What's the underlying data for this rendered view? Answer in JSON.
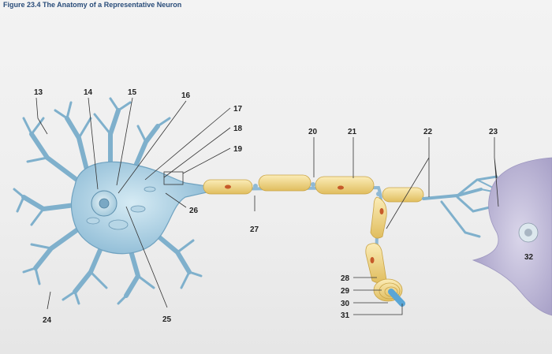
{
  "figure": {
    "title": "Figure 23.4 The Anatomy of a Representative Neuron",
    "labels": {
      "l13": "13",
      "l14": "14",
      "l15": "15",
      "l16": "16",
      "l17": "17",
      "l18": "18",
      "l19": "19",
      "l20": "20",
      "l21": "21",
      "l22": "22",
      "l23": "23",
      "l24": "24",
      "l25": "25",
      "l26": "26",
      "l27": "27",
      "l28": "28",
      "l29": "29",
      "l30": "30",
      "l31": "31",
      "l32": "32"
    }
  },
  "colors": {
    "cell_body": "#a9cfe2",
    "dendrite": "#7fb0cc",
    "myelin": "#f2d98a",
    "axon": "#8fb9d4",
    "target_cell": "#c6c1dc"
  }
}
